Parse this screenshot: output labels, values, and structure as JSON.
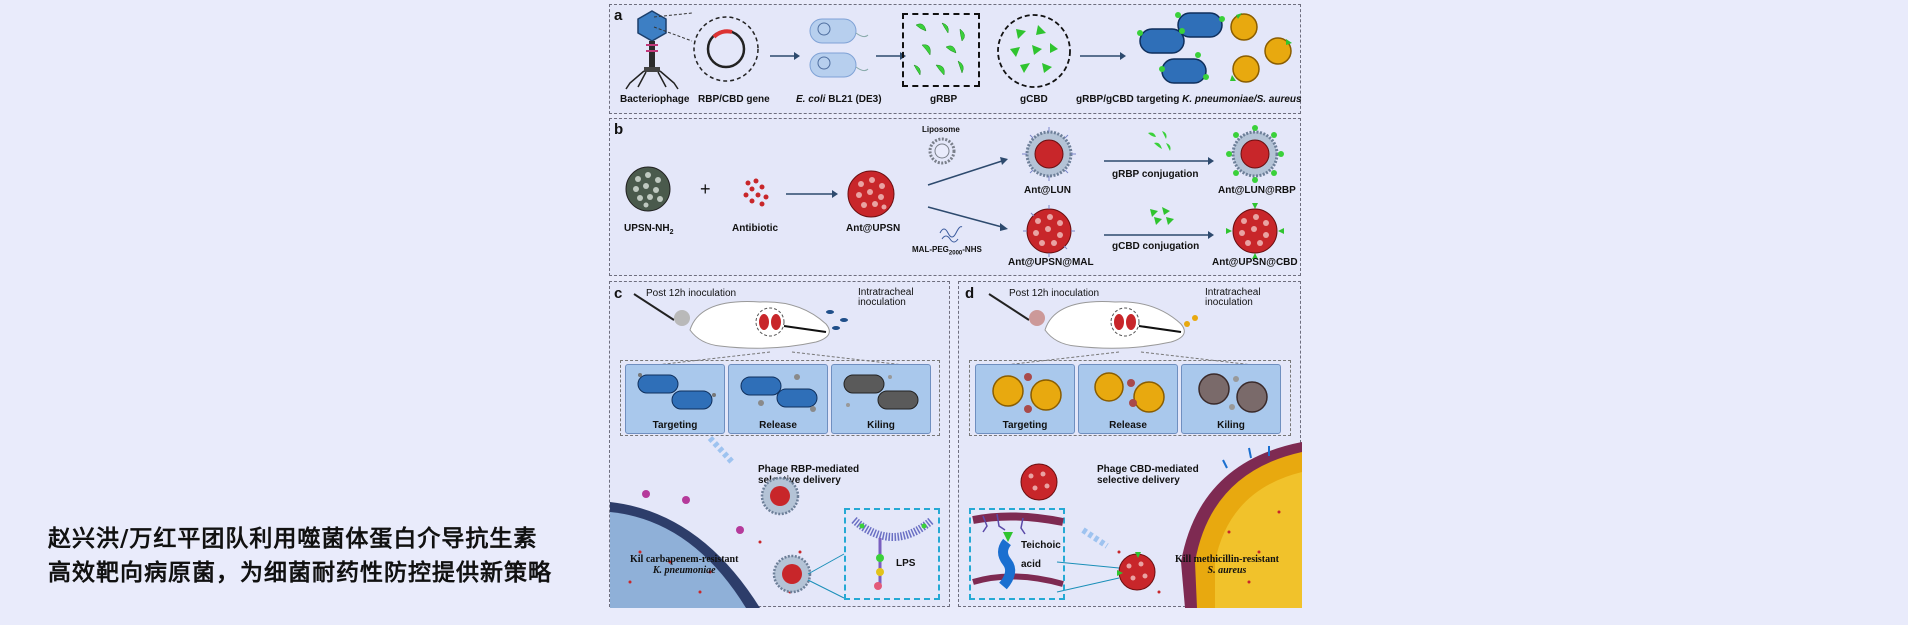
{
  "headline": {
    "line1": "赵兴洪/万红平团队利用噬菌体蛋白介导抗生素",
    "line2": "高效靶向病原菌，为细菌耐药性防控提供新策略"
  },
  "panel_a": {
    "letter": "a",
    "bacteriophage": "Bacteriophage",
    "gene": "RBP/CBD gene",
    "ecoli_italic": "E. coli",
    "ecoli_rest": " BL21 (DE3)",
    "grbp": "gRBP",
    "gcbd": "gCBD",
    "targeting_prefix": "gRBP/gCBD targeting ",
    "targeting_italic": "K. pneumoniae/S. aureus"
  },
  "panel_b": {
    "letter": "b",
    "upsn_main": "UPSN-NH",
    "upsn_sub": "2",
    "plus": "+",
    "antibiotic": "Antibiotic",
    "ant_upsn": "Ant@UPSN",
    "liposome": "Liposome",
    "ant_lun": "Ant@LUN",
    "mal_main": "MAL-PEG",
    "mal_sub": "2000",
    "mal_tail": "-NHS",
    "ant_upsn_mal": "Ant@UPSN@MAL",
    "grbp_conj": "gRBP conjugation",
    "gcbd_conj": "gCBD conjugation",
    "ant_lun_rbp": "Ant@LUN@RBP",
    "ant_upsn_cbd": "Ant@UPSN@CBD"
  },
  "panel_c": {
    "letter": "c",
    "post": "Post 12h inoculation",
    "intra1": "Intratracheal",
    "intra2": "inoculation",
    "steps": [
      "Targeting",
      "Release",
      "Kiling"
    ],
    "delivery1": "Phage RBP-mediated",
    "delivery2": "selective delivery",
    "bac1": "Kil carbapenem-resistant",
    "bac2": "K. pneumoniae",
    "lps": "LPS"
  },
  "panel_d": {
    "letter": "d",
    "post": "Post 12h inoculation",
    "intra1": "Intratracheal",
    "intra2": "inoculation",
    "steps": [
      "Targeting",
      "Release",
      "Kiling"
    ],
    "delivery1": "Phage CBD-mediated",
    "delivery2": "selective delivery",
    "teichoic1": "Teichoic",
    "teichoic2": "acid",
    "bac1": "Kill methicillin-resistant",
    "bac2": "S. aureus"
  },
  "colors": {
    "background": "#e9ebfb",
    "panel": "#e4e7f9",
    "green_protein": "#3ad13a",
    "red_particle": "#c8262a",
    "blue_bacteria": "#2f6fb8",
    "gold_bacteria": "#e8a90f",
    "step_box": "#a9c8ec",
    "zoom_border": "#25a9d4"
  }
}
